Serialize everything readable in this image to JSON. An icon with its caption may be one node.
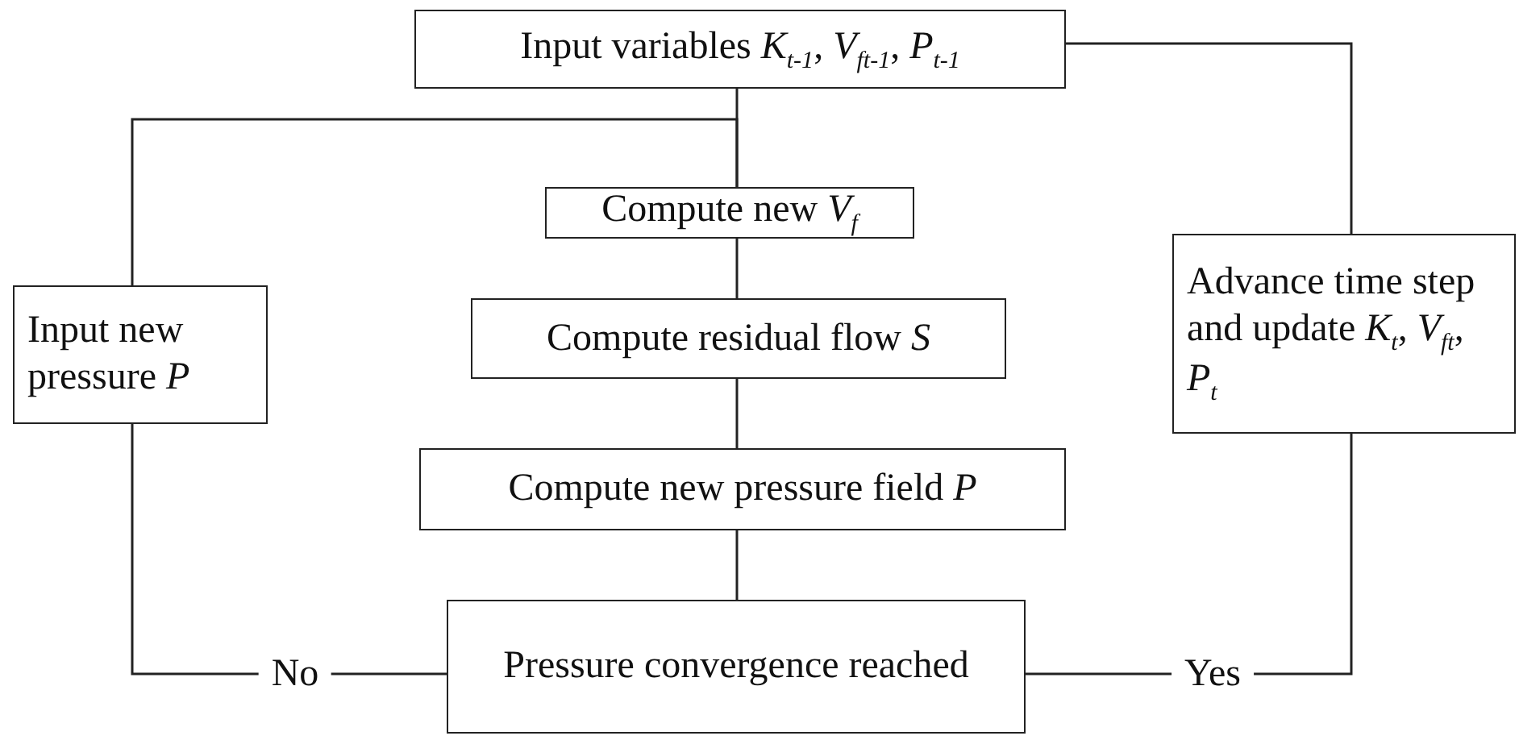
{
  "diagram": {
    "nodes": [
      {
        "text": [
          "Input variables *K*$_{t-1}$, *V*$_{ft-1}$, *P*$_{t-1}$"
        ]
      },
      {
        "text": [
          "Compute new *V*$_{f}$"
        ]
      },
      {
        "text": [
          "Input new pressure *P*"
        ]
      },
      {
        "text": [
          "Compute residual flow *S*"
        ]
      },
      {
        "text": [
          "Advance time step and update *K*$_{t}$, *V*$_{ft}$, *P*$_{t}$"
        ]
      },
      {
        "text": [
          "Compute new pressure field *P*"
        ]
      },
      {
        "text": [
          "Pressure convergence reached"
        ]
      }
    ],
    "edges": [
      {
        "from": 0,
        "to": 1,
        "arrow": "none"
      },
      {
        "from": 1,
        "to": 3,
        "arrow": "none"
      },
      {
        "from": 3,
        "to": 5,
        "arrow": "none"
      },
      {
        "from": 5,
        "to": 6,
        "arrow": "none"
      },
      {
        "from": 6,
        "to": 2,
        "arrow": "none",
        "label": "No"
      },
      {
        "from": 2,
        "to": 1,
        "arrow": "none"
      },
      {
        "from": 6,
        "to": 4,
        "arrow": "none",
        "label": "Yes"
      },
      {
        "from": 4,
        "to": 0,
        "arrow": "none"
      }
    ]
  }
}
